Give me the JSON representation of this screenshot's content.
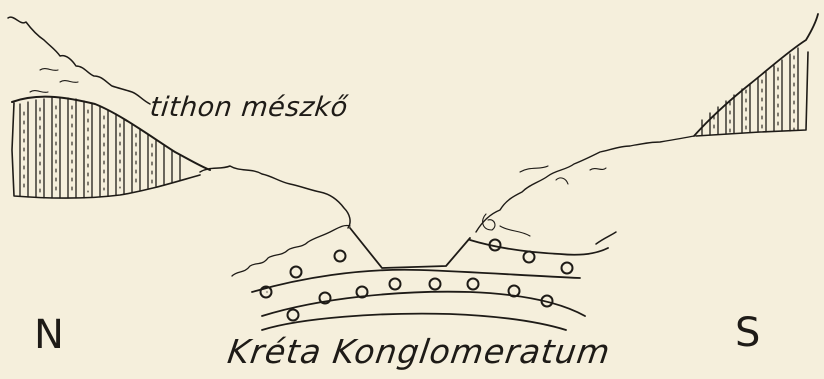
{
  "labels": {
    "limestone": "tithon mészkő",
    "conglomerate": "Kréta Konglomeratum",
    "north": "N",
    "south": "S"
  },
  "colors": {
    "paper": "#f5efdc",
    "ink": "#1e1b17"
  }
}
